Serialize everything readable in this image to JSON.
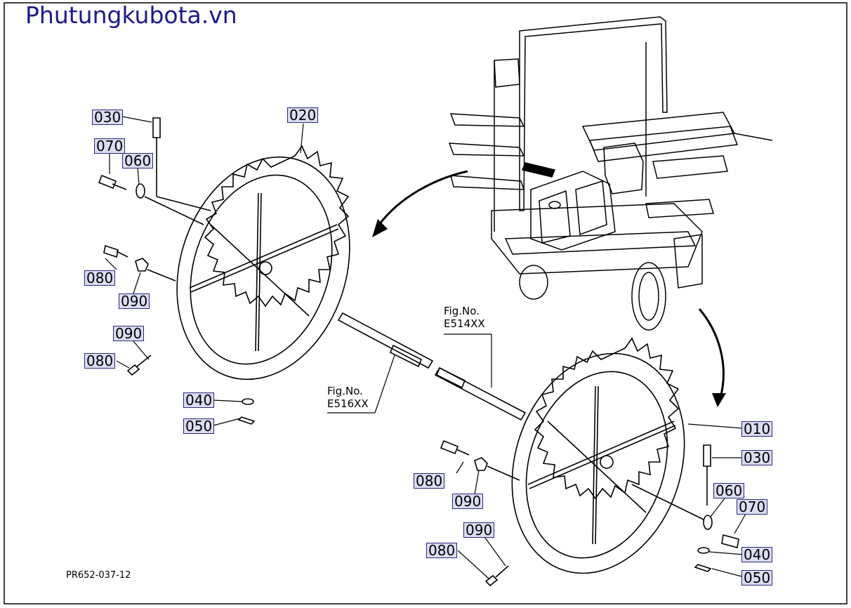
{
  "brand": "Phutungkubota.vn",
  "drawing_number": "PR652-037-12",
  "callouts": [
    "030",
    "020",
    "070",
    "060",
    "080",
    "090",
    "090",
    "080",
    "040",
    "050",
    "010",
    "030",
    "080",
    "060",
    "070",
    "090",
    "090",
    "080",
    "040",
    "050"
  ],
  "figure_refs": {
    "right": {
      "line1": "Fig.No.",
      "line2": "E514XX"
    },
    "left": {
      "line1": "Fig.No.",
      "line2": "E516XX"
    }
  }
}
